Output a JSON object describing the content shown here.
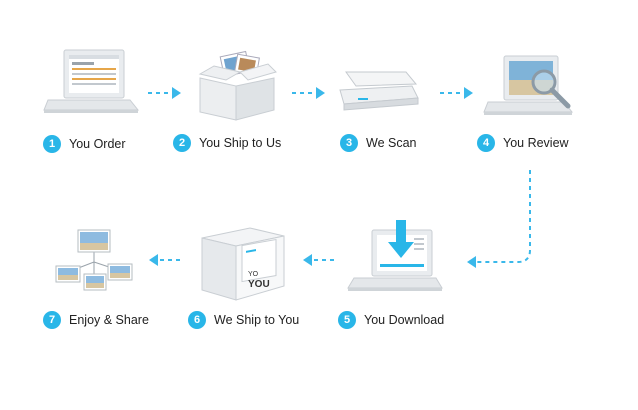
{
  "steps": [
    {
      "number": "1",
      "label": "You Order"
    },
    {
      "number": "2",
      "label": "You Ship to Us"
    },
    {
      "number": "3",
      "label": "We Scan"
    },
    {
      "number": "4",
      "label": "You Review"
    },
    {
      "number": "5",
      "label": "You Download"
    },
    {
      "number": "6",
      "label": "We Ship to You"
    },
    {
      "number": "7",
      "label": "Enjoy & Share"
    }
  ],
  "box_label": {
    "line1": "YO",
    "line2": "YOU"
  },
  "colors": {
    "accent": "#29b6e8",
    "arrow": "#3ab8ea",
    "text": "#222222"
  }
}
